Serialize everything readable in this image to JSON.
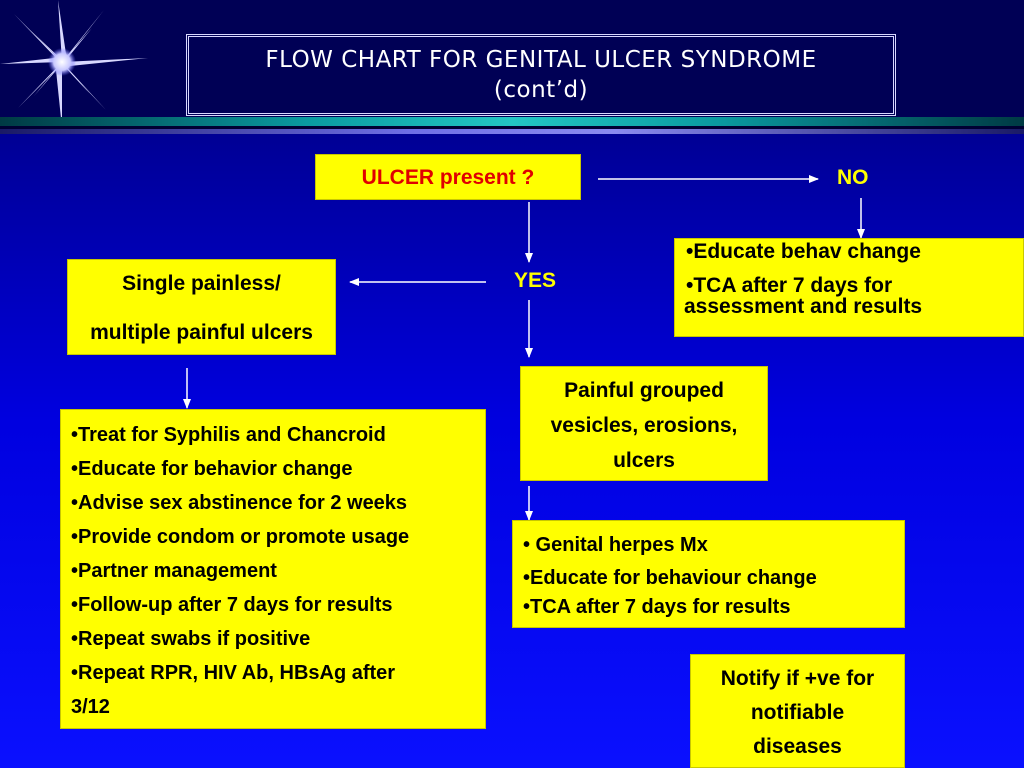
{
  "title": {
    "line1": "FLOW CHART FOR GENITAL ULCER SYNDROME",
    "line2": "(cont’d)"
  },
  "nodes": {
    "ulcer_question": "ULCER present ?",
    "no_label": "NO",
    "yes_label": "YES",
    "no_actions": [
      "•Educate behav change",
      "•TCA  after 7 days for",
      "assessment and results"
    ],
    "single_painless": [
      "Single painless/",
      "multiple painful ulcers"
    ],
    "painful_grouped": [
      "Painful grouped",
      "vesicles, erosions,",
      "ulcers"
    ],
    "syphilis_actions": [
      "•Treat for Syphilis and Chancroid",
      "•Educate for behavior change",
      "•Advise sex abstinence for 2 weeks",
      "•Provide condom or promote usage",
      "•Partner management",
      "•Follow-up after 7 days for results",
      "•Repeat swabs if positive",
      "•Repeat RPR, HIV Ab, HBsAg after",
      "3/12"
    ],
    "herpes_actions": [
      "• Genital herpes Mx",
      "•Educate for behaviour change",
      "•TCA after 7 days for results"
    ],
    "notify": [
      "Notify if +ve for",
      "notifiable",
      "diseases"
    ]
  },
  "colors": {
    "box_fill": "#ffff00",
    "question_text": "#e00000",
    "yes_no_text": "#ffff00",
    "background": "#0000e0"
  }
}
